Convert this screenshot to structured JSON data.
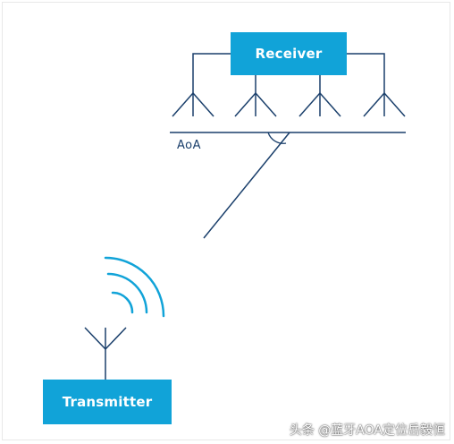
{
  "diagram": {
    "receiver_label": "Receiver",
    "transmitter_label": "Transmitter",
    "angle_label": "AoA",
    "antenna_count": 4
  },
  "watermark": "头条 @蓝牙AOA定位岳毅恒",
  "colors": {
    "accent": "#11a3d8",
    "line": "#1a3f6b",
    "text_on_accent": "#ffffff"
  }
}
